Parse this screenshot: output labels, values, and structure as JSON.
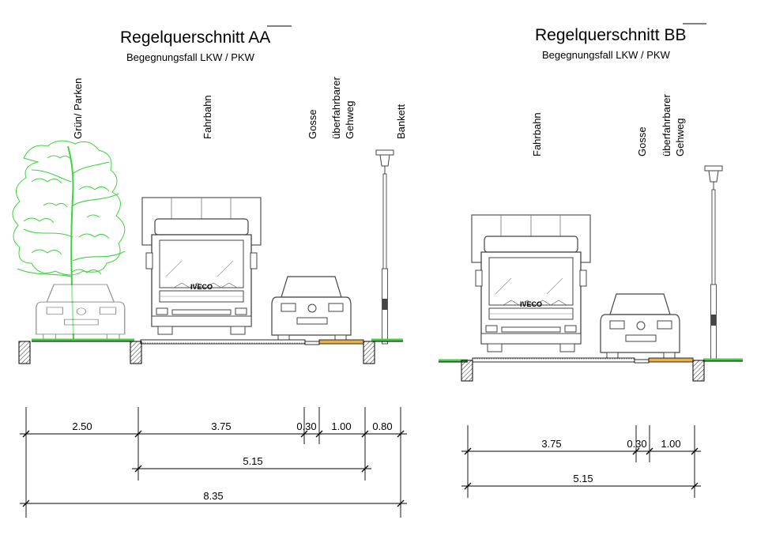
{
  "section_a": {
    "title_main": "Regelquerschnitt ",
    "title_suffix": "AA",
    "subtitle": "Begegnungsfall LKW / PKW",
    "labels": {
      "green": "Grün/ Parken",
      "roadway": "Fahrbahn",
      "gutter": "Gosse",
      "sidewalk_1": "überfahrbarer",
      "sidewalk_2": "Gehweg",
      "shoulder": "Bankett"
    },
    "truck_brand": "IVECO",
    "dimensions": {
      "green": "2.50",
      "roadway": "3.75",
      "gutter": "0.30",
      "sidewalk": "1.00",
      "shoulder": "0.80",
      "subtotal": "5.15",
      "total": "8.35"
    }
  },
  "section_b": {
    "title_main": "Regelquerschnitt ",
    "title_suffix": "BB",
    "subtitle": "Begegnungsfall LKW / PKW",
    "labels": {
      "roadway": "Fahrbahn",
      "gutter": "Gosse",
      "sidewalk_1": "überfahrbarer",
      "sidewalk_2": "Gehweg"
    },
    "truck_brand": "IVECO",
    "dimensions": {
      "roadway": "3.75",
      "gutter": "0.30",
      "sidewalk": "1.00",
      "subtotal": "5.15"
    }
  },
  "colors": {
    "tree": "#3fd23f",
    "grass": "#44cc44",
    "sidewalk": "#e8b04a",
    "line": "#000000",
    "vehicle": "#444444"
  },
  "icons": [
    "tree-icon",
    "car-icon",
    "truck-icon",
    "street-lamp-icon",
    "curb-icon"
  ]
}
